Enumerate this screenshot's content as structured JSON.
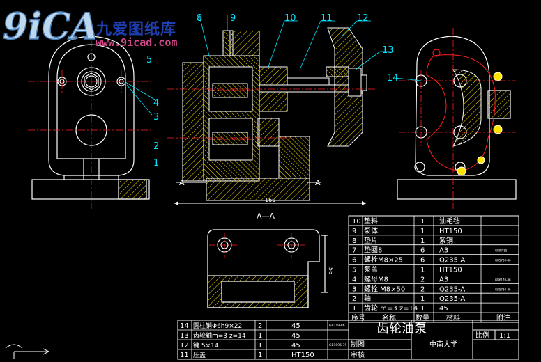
{
  "watermark": {
    "brand": "九爱图纸库",
    "url": "www.9icad.com"
  },
  "section_label": "A—A",
  "section_marker_left": "A",
  "section_marker_right": "A",
  "dimension_length": "160",
  "dimension_height": "56",
  "callouts": {
    "c1": "1",
    "c2": "2",
    "c3": "3",
    "c4": "4",
    "c5": "5",
    "c8": "8",
    "c9": "9",
    "c10": "10",
    "c11": "11",
    "c12": "12",
    "c13": "13",
    "c14": "14"
  },
  "bom_upper": [
    {
      "no": "10",
      "name": "垫料",
      "qty": "1",
      "mat": "油毛毡",
      "std": ""
    },
    {
      "no": "9",
      "name": "泵体",
      "qty": "1",
      "mat": "HT150",
      "std": ""
    },
    {
      "no": "8",
      "name": "垫片",
      "qty": "1",
      "mat": "紫铜",
      "std": ""
    },
    {
      "no": "7",
      "name": "垫圈8",
      "qty": "6",
      "mat": "A3",
      "std": "GB97-85"
    },
    {
      "no": "6",
      "name": "螺栓M8×25",
      "qty": "6",
      "mat": "Q235-A",
      "std": "GB5780-86"
    },
    {
      "no": "5",
      "name": "泵盖",
      "qty": "1",
      "mat": "HT150",
      "std": ""
    },
    {
      "no": "4",
      "name": "螺母M8",
      "qty": "2",
      "mat": "A3",
      "std": "GB6170-86"
    },
    {
      "no": "3",
      "name": "螺栓 M8×50",
      "qty": "2",
      "mat": "Q235-A",
      "std": "GB5780-86"
    },
    {
      "no": "2",
      "name": "轴",
      "qty": "1",
      "mat": "Q235-A",
      "std": ""
    },
    {
      "no": "1",
      "name": "齿轮 m=3 z=14",
      "qty": "1",
      "mat": "45",
      "std": ""
    }
  ],
  "bom_header": {
    "no": "序号",
    "name": "名称",
    "qty": "数量",
    "mat": "材料",
    "remark": "附注"
  },
  "bom_lower": [
    {
      "no": "14",
      "name": "圆柱销Φ6h9×22",
      "qty": "2",
      "mat": "45",
      "std": "GB119-86"
    },
    {
      "no": "13",
      "name": "齿轮轴m=3  z=14",
      "qty": "1",
      "mat": "45",
      "std": ""
    },
    {
      "no": "12",
      "name": "键 5×14",
      "qty": "1",
      "mat": "45",
      "std": "GB1096-79"
    },
    {
      "no": "11",
      "name": "压盖",
      "qty": "1",
      "mat": "HT150",
      "std": ""
    }
  ],
  "title_block": {
    "title": "齿轮油泵",
    "drawn": "制图",
    "checked": "审核",
    "school": "中南大学",
    "scale_label": "比例",
    "scale_value": "1:1"
  }
}
